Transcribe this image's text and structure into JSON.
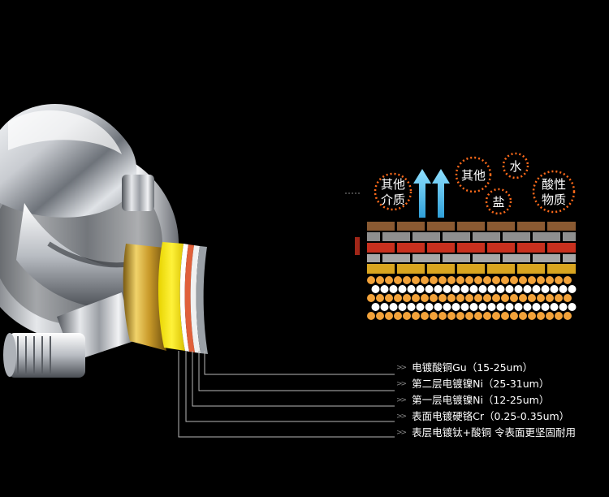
{
  "bubbles": {
    "other_medium_line1": "其他",
    "other_medium_line2": "介质",
    "other": "其他",
    "water": "水",
    "salt": "盐",
    "acidic_line1": "酸性",
    "acidic_line2": "物质"
  },
  "legend": [
    {
      "text": "电镀酸铜Gu（15-25um）"
    },
    {
      "text": "第二层电镀镍Ni（25-31um）"
    },
    {
      "text": "第一层电镀镍Ni（12-25um）"
    },
    {
      "text": "表面电镀硬铬Cr（0.25-0.35um）"
    },
    {
      "text": "表层电镀钛+酸铜 令表面更坚固耐用"
    }
  ],
  "colors": {
    "background": "#000000",
    "bubble_ring": "#ff6a1a",
    "arrow": "#55c6ef",
    "brick_brown": "#8a5a32",
    "brick_gray": "#8f8f8f",
    "brick_red": "#c8301e",
    "brick_gold": "#d9a520",
    "dot_orange": "#f2a23a",
    "dot_white": "#ffffff"
  }
}
